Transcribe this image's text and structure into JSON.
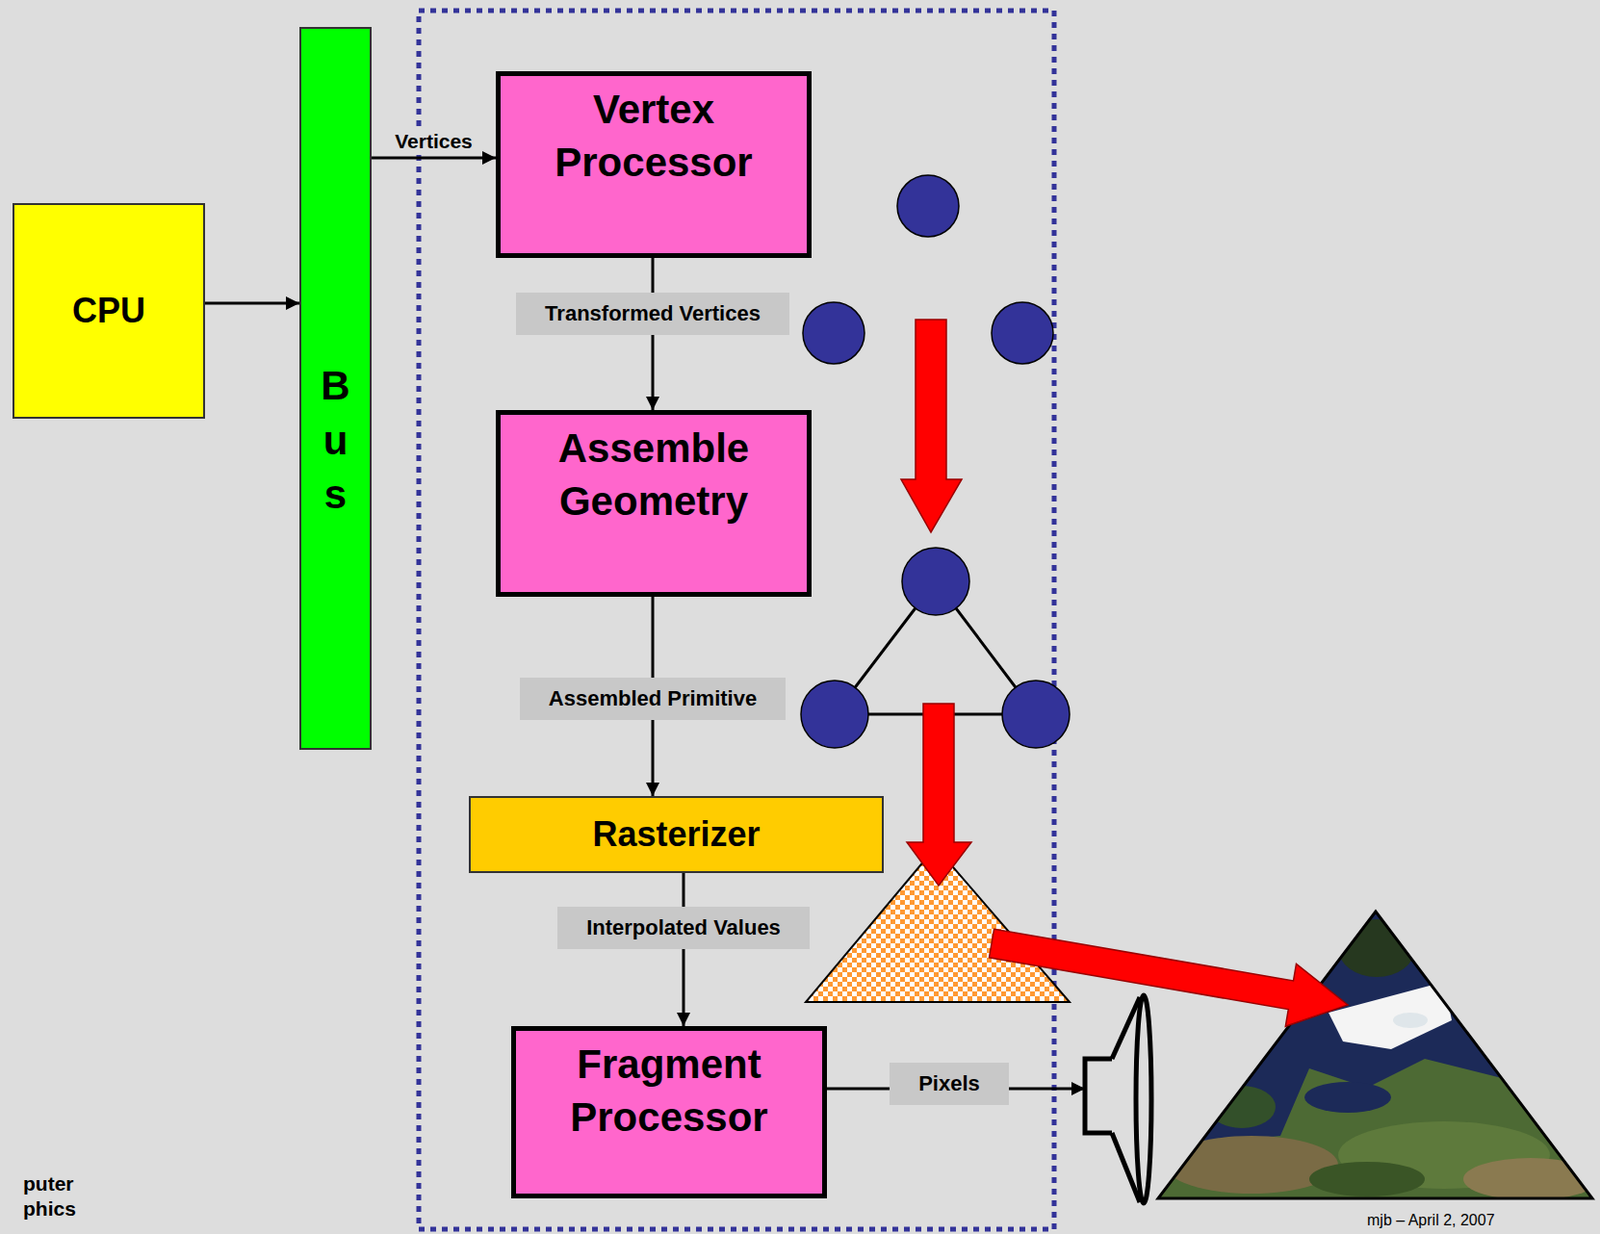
{
  "diagram": {
    "nodes": [
      {
        "text": [
          "CPU"
        ]
      },
      {
        "text": [
          "Bus"
        ]
      },
      {
        "text": [
          "Vertex Processor"
        ]
      },
      {
        "text": [
          "Assemble Geometry"
        ]
      },
      {
        "text": [
          "Rasterizer"
        ]
      },
      {
        "text": [
          "Fragment Processor"
        ]
      }
    ],
    "edges": [
      {
        "from": 0,
        "to": 1,
        "arrow": "to"
      },
      {
        "from": 1,
        "to": 2,
        "label": "Vertices",
        "arrow": "to"
      },
      {
        "from": 2,
        "to": 3,
        "label": "Transformed Vertices",
        "arrow": "to"
      },
      {
        "from": 3,
        "to": 4,
        "label": "Assembled Primitive",
        "arrow": "to"
      },
      {
        "from": 4,
        "to": 5,
        "label": "Interpolated Values",
        "arrow": "to"
      }
    ],
    "labels": [
      "Pixels",
      "puter",
      "phics",
      "mjb – April 2, 2007"
    ]
  }
}
